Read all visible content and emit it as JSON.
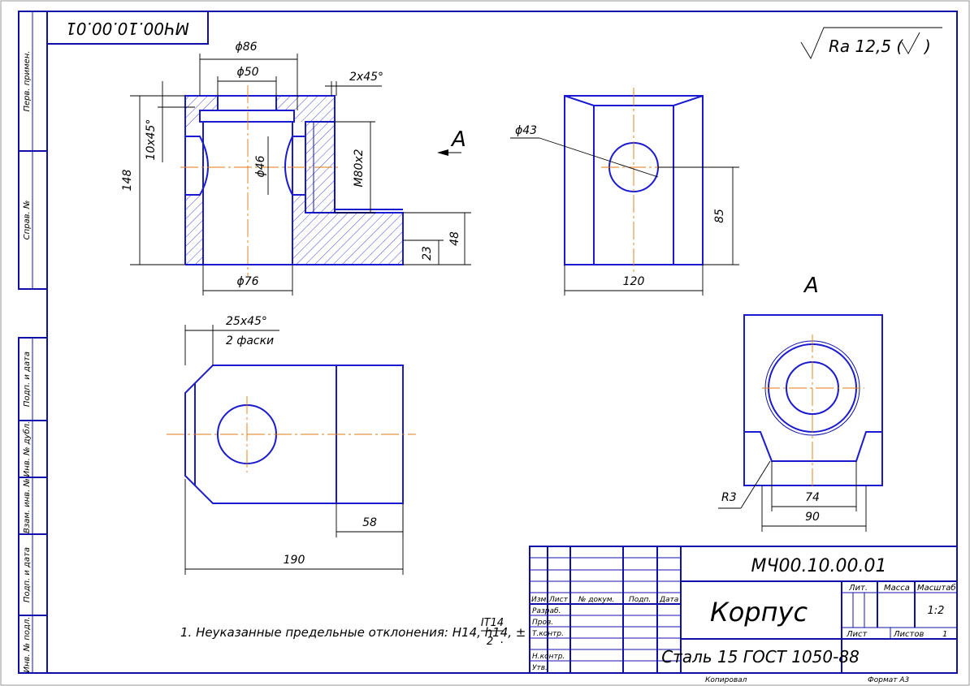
{
  "drawing": {
    "number": "МЧ00.10.00.01",
    "number_rotated": "МЧ00.10.00.01",
    "part_name": "Корпус",
    "material": "Сталь 15  ГОСТ 1050-88",
    "scale": "1:2",
    "sheets": "1",
    "format": "Формат    А3",
    "copied": "Копировал",
    "roughness": "Ra 12,5 (",
    "roughness_tail": ")",
    "view_label": "А",
    "note_main": "1. Неуказанные предельные отклонения: H14, h14, ±",
    "note_num": "IT14",
    "note_den": "2",
    "note_end": "."
  },
  "title_block": {
    "h_izm": "Изм.",
    "h_list": "Лист",
    "h_doc": "№ докум.",
    "h_sign": "Подп.",
    "h_date": "Дата",
    "razrab": "Разраб.",
    "prov": "Пров.",
    "tkontr": "Т.контр.",
    "nkontr": "Н.контр.",
    "utv": "Утв.",
    "lit": "Лит.",
    "massa": "Масса",
    "masshtab": "Масштаб",
    "list": "Лист",
    "listov": "Листов"
  },
  "side_strip": {
    "perv_primen": "Перв. примен.",
    "sprav": "Справ. №",
    "podp_data_1": "Подп. и дата",
    "inv_dubl": "Инв. № дубл.",
    "vzam_inv": "Взам. инв. №",
    "podp_data_2": "Подп. и дата",
    "inv_podl": "Инв. № подл."
  },
  "dims": {
    "d86": "ϕ86",
    "d50": "ϕ50",
    "ch2": "2x45°",
    "ch10": "10x45°",
    "d46": "ϕ46",
    "m80": "M80x2",
    "h148": "148",
    "d76": "ϕ76",
    "h23": "23",
    "h48": "48",
    "d43": "ϕ43",
    "h85": "85",
    "w120": "120",
    "ch25": "25x45°",
    "ch25b": "2 фаски",
    "w58": "58",
    "w190": "190",
    "r3": "R3",
    "w74": "74",
    "w90": "90"
  },
  "colors": {
    "outline": "#1a1ad0",
    "frame": "#1010a8",
    "axis": "#e07a10",
    "dimension": "#000000"
  }
}
